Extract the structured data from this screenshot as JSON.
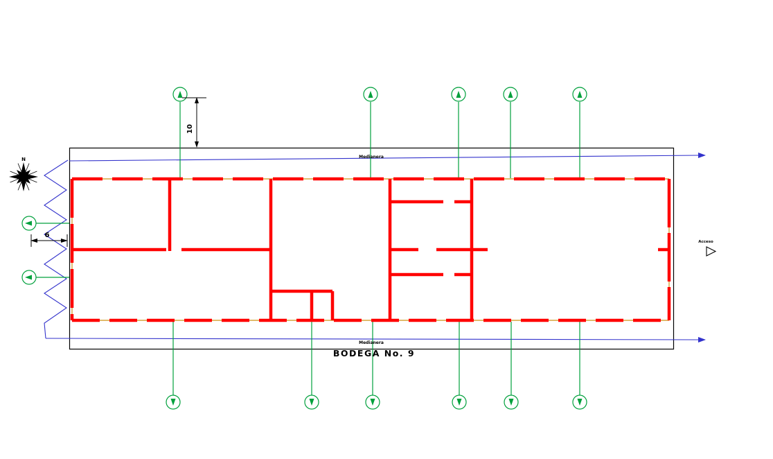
{
  "plan": {
    "title": "BODEGA No. 9",
    "boundary_label_top": "Medianera",
    "boundary_label_bottom": "Medianera",
    "access_label": "Acceso",
    "compass_north": "N"
  },
  "dimensions": {
    "grid_offset_vertical": "10",
    "setback_left": "6"
  },
  "colors": {
    "wall": "#ff0000",
    "grid": "#00a03c",
    "boundary": "#3333cc",
    "ink": "#000000",
    "jamb": "#d7a43b",
    "background": "#ffffff"
  }
}
